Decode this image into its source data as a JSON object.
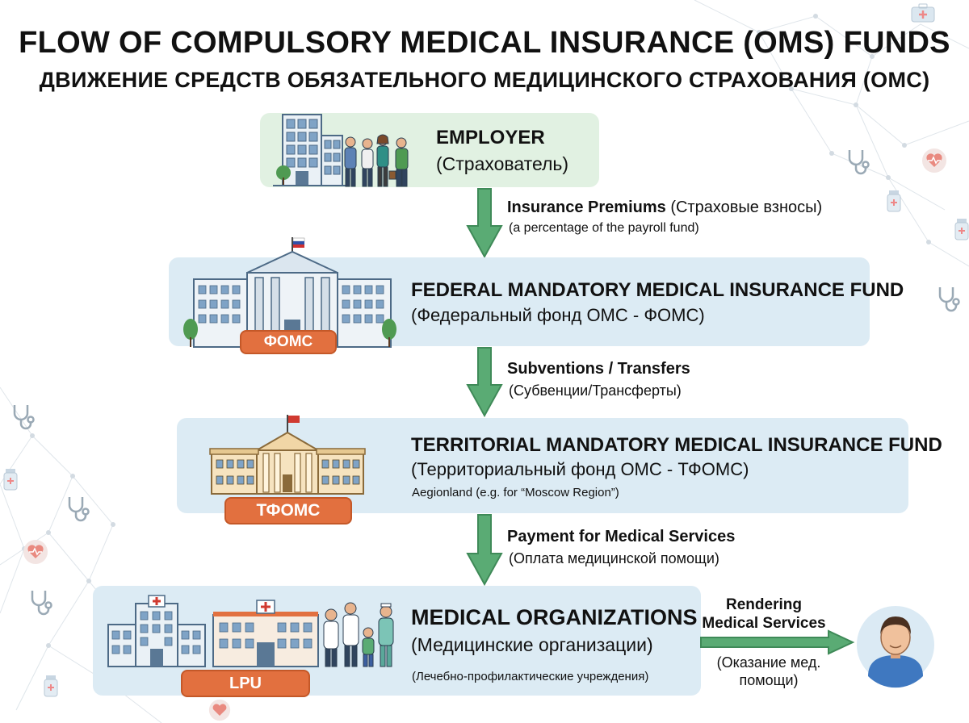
{
  "title_en": "FLOW OF COMPULSORY MEDICAL INSURANCE (OMS) FUNDS",
  "title_ru": "ДВИЖЕНИЕ СРЕДСТВ ОБЯЗАТЕЛЬНОГО МЕДИЦИНСКОГО СТРАХОВАНИЯ (ОМС)",
  "colors": {
    "arrow": "#5aab74",
    "arrow_stroke": "#3f8a58",
    "employer_box": "#e1f1e2",
    "fund_box": "#dcebf4",
    "tag": "#e2703f"
  },
  "employer": {
    "name": "EMPLOYER",
    "ru": "(Страхователь)"
  },
  "flow1": {
    "label": "Insurance Premiums",
    "ru": "(Страховые взносы)",
    "note": "(a percentage of the payroll fund)"
  },
  "foms": {
    "name": "FEDERAL MANDATORY MEDICAL INSURANCE FUND",
    "ru": "(Федеральный фонд ОМС - ФОМС)",
    "tag": "ФОМС"
  },
  "flow2": {
    "label": "Subventions / Transfers",
    "ru": "(Субвенции/Трансферты)"
  },
  "tfoms": {
    "name": "TERRITORIAL MANDATORY MEDICAL INSURANCE FUND",
    "ru": "(Территориальный фонд ОМС - ТФОМС)",
    "note": "Aegionland (e.g. for “Moscow Region”)",
    "tag": "ТФОМС"
  },
  "flow3": {
    "label": "Payment for Medical Services",
    "ru": "(Оплата медицинской помощи)"
  },
  "mo": {
    "name": "MEDICAL ORGANIZATIONS",
    "ru": "(Медицинские организации)",
    "note": "(Лечебно-профилактические учреждения)",
    "tag": "LPU"
  },
  "flow4": {
    "label_line1": "Rendering",
    "label_line2": "Medical Services",
    "ru_line1": "(Оказание мед.",
    "ru_line2": "помощи)"
  },
  "icons": [
    "office-building-icon",
    "workers-icon",
    "government-building-icon",
    "hospital-icon",
    "doctors-icon",
    "patient-icon",
    "stethoscope-icon",
    "heart-icon",
    "medicine-bottle-icon",
    "flag-icon"
  ]
}
